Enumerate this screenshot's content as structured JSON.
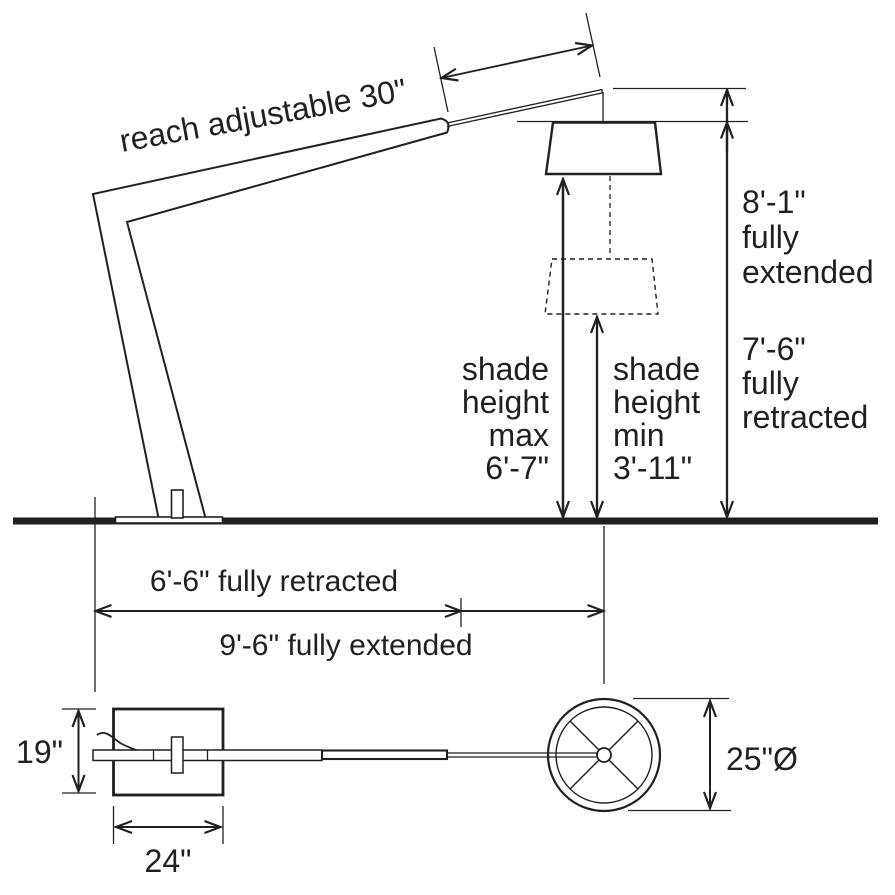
{
  "side_view": {
    "reach_label": "reach adjustable 30\"",
    "height_fully_extended": {
      "lines": [
        "8'-1\"",
        "fully",
        "extended"
      ]
    },
    "height_fully_retracted": {
      "lines": [
        "7'-6\"",
        "fully",
        "retracted"
      ]
    },
    "shade_height_max": {
      "lines": [
        "shade",
        "height",
        "max",
        "6'-7\""
      ]
    },
    "shade_height_min": {
      "lines": [
        "shade",
        "height",
        "min",
        "3'-11\""
      ]
    }
  },
  "floor_dims": {
    "fully_retracted": "6'-6\" fully retracted",
    "fully_extended": "9'-6\" fully extended"
  },
  "top_view": {
    "base_depth": "19\"",
    "base_width": "24\"",
    "shade_diameter": "25\"Ø"
  },
  "colors": {
    "ink": "#231f20",
    "background": "#ffffff"
  }
}
